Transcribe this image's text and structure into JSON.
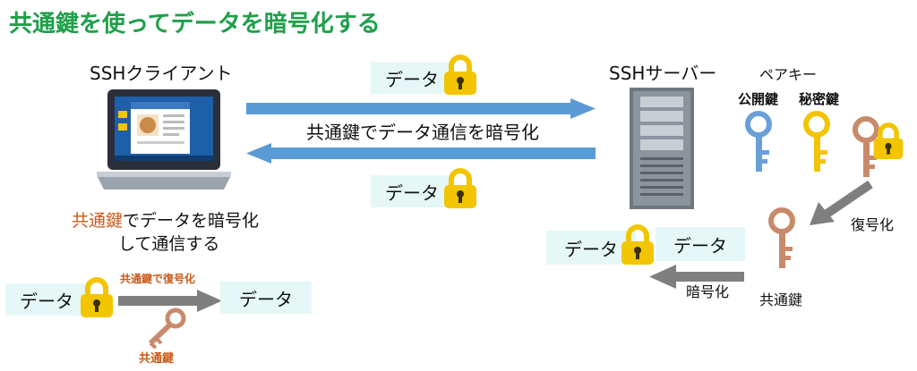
{
  "title": "共通鍵を使ってデータを暗号化する",
  "client": {
    "label": "SSHクライアント"
  },
  "server": {
    "label": "SSHサーバー"
  },
  "keypair": {
    "label": "ペアキー",
    "public": "公開鍵",
    "private": "秘密鍵"
  },
  "channel": {
    "data_top": "データ",
    "data_bottom": "データ",
    "caption": "共通鍵でデータ通信を暗号化"
  },
  "client_caption": {
    "key_word": "共通鍵",
    "rest": "でデータを暗号化",
    "line2": "して通信する"
  },
  "client_flow": {
    "data_in": "データ",
    "data_out": "データ",
    "arrow_label": "共通鍵で復号化",
    "key_label": "共通鍵"
  },
  "server_flow": {
    "decrypt_label": "復号化",
    "common_key_label": "共通鍵",
    "encrypt_label": "暗号化",
    "data_plain": "データ",
    "data_locked": "データ"
  },
  "colors": {
    "title": "#1fa04a",
    "arrow_blue": "#5b9bd5",
    "arrow_gray": "#7f7f7f",
    "lock": "#f2c500",
    "key_public": "#6a9fd8",
    "key_private": "#f2c500",
    "key_common": "#c98a6a",
    "box_bg": "#e6f7f7"
  }
}
